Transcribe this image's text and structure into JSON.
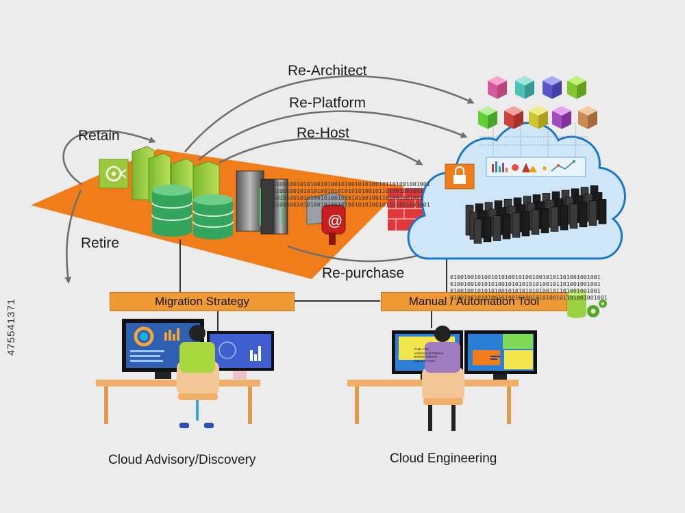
{
  "strategies": {
    "re_architect": "Re-Architect",
    "re_platform": "Re-Platform",
    "re_host": "Re-Host",
    "retain": "Retain",
    "retire": "Retire",
    "re_purchase": "Re-purchase"
  },
  "boxes": {
    "migration_strategy": "Migration Strategy",
    "automation_tool": "Manual / Automation Tool"
  },
  "captions": {
    "advisory": "Cloud Advisory/Discovery",
    "engineering": "Cloud Engineering"
  },
  "binary": {
    "top": [
      "0100100101010010100101001010100101101001001001",
      "01001001010101001010101010100101101001001001",
      "10101001010100101001010101001001101001001001",
      "0100100101010010100101001010100101101001001001"
    ],
    "bottom": [
      "01001001010010101001010010010101101001001001",
      "01001001010101001010101010100101101001001001",
      "01001001010101001010101010100101101001001001",
      "0100100101010010100101001010100101101001001001"
    ]
  },
  "screen_text": [
    "YAML Files",
    "Architectural Patterns",
    "Release Patterns",
    "Migration TOOL"
  ],
  "watermark": "475541371",
  "colors": {
    "platform": "#f07d1a",
    "label_box": "#f09a34",
    "server_green": "#8dc63f",
    "cloud_fill": "#cfe6f8",
    "cloud_stroke": "#1877c9",
    "firewall": "#e03838",
    "desk": "#f0b06a",
    "arrow": "#707070"
  }
}
